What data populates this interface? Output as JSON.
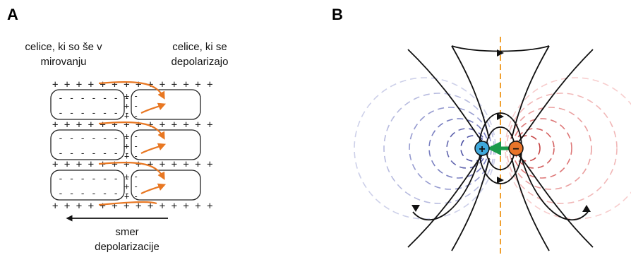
{
  "panels": {
    "a": {
      "letter": "A",
      "resting_label_line1": "celice, ki so še v",
      "resting_label_line2": "mirovanju",
      "depolarizing_label_line1": "celice, ki se",
      "depolarizing_label_line2": "depolarizajo",
      "direction_label_line1": "smer",
      "direction_label_line2": "depolarizacije",
      "plus_row": "+ + + + + + + + + + + + + +",
      "minus_row": "- - - - - - -"
    },
    "b": {
      "letter": "B",
      "positive_symbol": "+",
      "negative_symbol": "−"
    }
  },
  "colors": {
    "arrow_orange": "#e87722",
    "axis_orange": "#f0a030",
    "positive_fill": "#3fa9dc",
    "negative_fill": "#e8742a",
    "dipole_arrow": "#1a9a4a",
    "blue_field": "#5a64b8",
    "red_field": "#e05050",
    "field_line": "#111111"
  }
}
